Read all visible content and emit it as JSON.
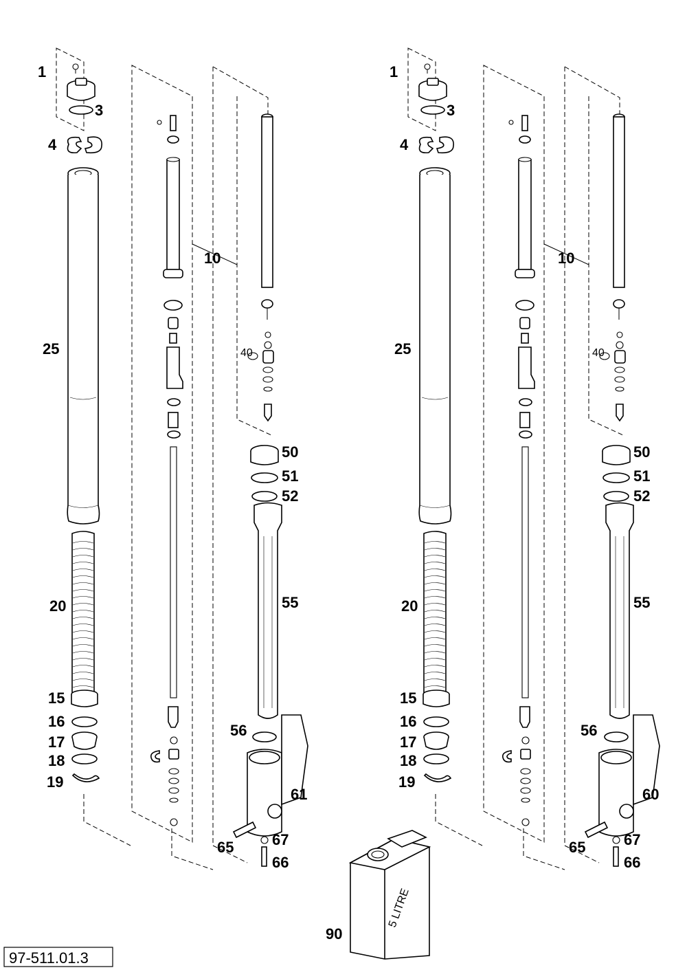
{
  "diagram": {
    "reference_code": "97-511.01.3",
    "left_assembly_labels": {
      "p1": "1",
      "p3": "3",
      "p4": "4",
      "p10": "10",
      "p15": "15",
      "p16": "16",
      "p17": "17",
      "p18": "18",
      "p19": "19",
      "p20": "20",
      "p25": "25",
      "p40": "40",
      "p50": "50",
      "p51": "51",
      "p52": "52",
      "p55": "55",
      "p56": "56",
      "p61": "61",
      "p65": "65",
      "p66": "66",
      "p67": "67"
    },
    "right_assembly_labels": {
      "p1": "1",
      "p3": "3",
      "p4": "4",
      "p10": "10",
      "p15": "15",
      "p16": "16",
      "p17": "17",
      "p18": "18",
      "p19": "19",
      "p20": "20",
      "p25": "25",
      "p40": "40",
      "p50": "50",
      "p51": "51",
      "p52": "52",
      "p55": "55",
      "p56": "56",
      "p60": "60",
      "p65": "65",
      "p66": "66",
      "p67": "67"
    },
    "oil_can": {
      "label": "90",
      "text": "5 LITRE"
    }
  }
}
